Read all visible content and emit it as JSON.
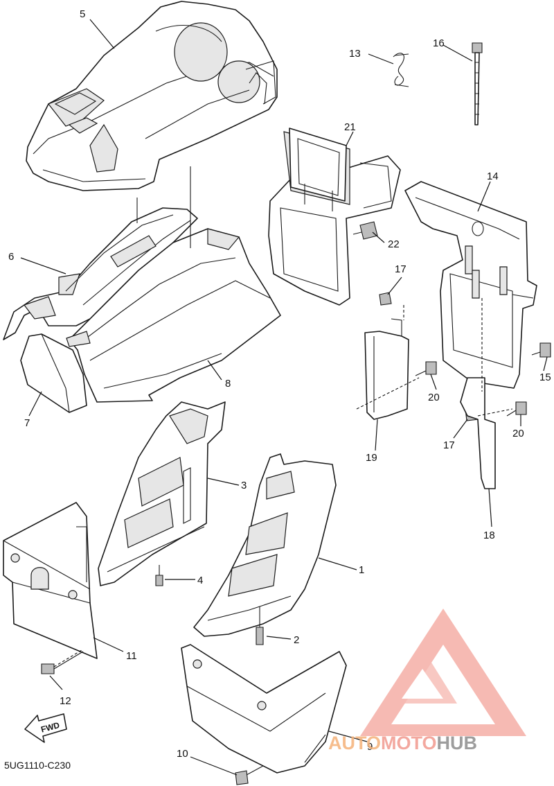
{
  "diagram_code": "5UG1110-C230",
  "callouts": {
    "c1": "1",
    "c2": "2",
    "c3": "3",
    "c4": "4",
    "c5": "5",
    "c6": "6",
    "c7": "7",
    "c8": "8",
    "c9": "9",
    "c10": "10",
    "c11": "11",
    "c12": "12",
    "c13": "13",
    "c14": "14",
    "c15": "15",
    "c16": "16",
    "c17a": "17",
    "c17b": "17",
    "c18": "18",
    "c19": "19",
    "c20a": "20",
    "c20b": "20",
    "c21": "21",
    "c22": "22"
  },
  "direction_arrow": {
    "label": "FWD",
    "icon": "forward-arrow-icon"
  },
  "watermark": {
    "icon": "automotohub-logo-icon",
    "word_1": "AUTO",
    "word_2": "MOTO",
    "word_3": "HUB",
    "colors": {
      "logo": "#f4a49a",
      "auto": "#f5b27a",
      "moto": "#f19a8f",
      "hub": "#8c8c8c"
    }
  }
}
